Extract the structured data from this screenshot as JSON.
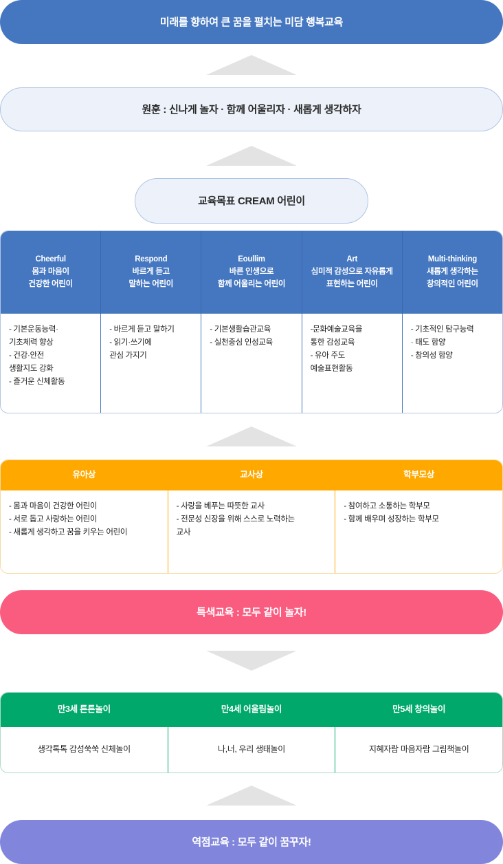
{
  "vision": {
    "text": "미래를 향하여 큰 꿈을 펼치는 미담 행복교육",
    "color": "#4577C0"
  },
  "motto": {
    "text": "원훈 : 신나게 놀자 · 함께 어울리자 · 새롭게 생각하자",
    "color": "#EDF2FA"
  },
  "goal": {
    "text": "교육목표 CREAM 어린이",
    "color": "#EDF2FA"
  },
  "cream": {
    "header_color": "#4577C0",
    "columns": [
      {
        "eng": "Cheerful",
        "kor_line1": "몸과 마음이",
        "kor_line2": "건강한 어린이",
        "details": "- 기본운동능력·\n기초체력 향상\n- 건강·안전\n생활지도 강화\n- 즐거운 신체활동"
      },
      {
        "eng": "Respond",
        "kor_line1": "바르게 듣고",
        "kor_line2": "말하는 어린이",
        "details": "- 바르게 듣고 말하기\n- 읽기·쓰기에\n관심 가지기"
      },
      {
        "eng": "Eoullim",
        "kor_line1": "바른 인생으로",
        "kor_line2": "함께 어울리는 어린이",
        "details": "- 기본생활습관교육\n- 실천중심 인성교육"
      },
      {
        "eng": "Art",
        "kor_line1": "심미적 감성으로 자유롭게",
        "kor_line2": "표현하는 어린이",
        "details": "-문화예술교육을\n통한 감성교육\n- 유아 주도\n예술표현활동"
      },
      {
        "eng": "Multi-thinking",
        "kor_line1": "새롭게 생각하는",
        "kor_line2": "창의적인 어린이",
        "details": "- 기초적인 탐구능력\n· 태도 함양\n- 창의성 함양"
      }
    ]
  },
  "roles": {
    "header_color": "#FFA800",
    "columns": [
      {
        "title": "유아상",
        "details": "- 몸과 마음이 건강한 어린이\n- 서로 돕고 사랑하는 어린이\n- 새롭게 생각하고 꿈을 키우는 어린이"
      },
      {
        "title": "교사상",
        "details": "- 사랑을 베푸는 따뜻한 교사\n- 전문성 신장을 위해 스스로 노력하는\n교사"
      },
      {
        "title": "학부모상",
        "details": "- 참여하고 소통하는 학부모\n- 함께 배우며 성장하는 학부모"
      }
    ]
  },
  "special": {
    "text": "특색교육 : 모두 같이 놀자!",
    "color": "#FA5C80"
  },
  "play": {
    "header_color": "#00A86B",
    "columns": [
      {
        "title": "만3세 튼튼놀이",
        "details": "생각톡톡 감성쑥쑥 신체놀이"
      },
      {
        "title": "만4세 어울림놀이",
        "details": "나,너, 우리 생태놀이"
      },
      {
        "title": "만5세 창의놀이",
        "details": "지혜자람 마음자람 그림책놀이"
      }
    ]
  },
  "focus": {
    "text": "역점교육 : 모두 같이 꿈꾸자!",
    "color": "#8186DC"
  },
  "arrows": [
    {
      "name": "arrow-vision-to-motto",
      "direction": "up"
    },
    {
      "name": "arrow-motto-to-goal",
      "direction": "up"
    },
    {
      "name": "arrow-cream-to-roles",
      "direction": "up"
    },
    {
      "name": "arrow-special-to-play",
      "direction": "down"
    },
    {
      "name": "arrow-play-to-focus",
      "direction": "up"
    }
  ]
}
